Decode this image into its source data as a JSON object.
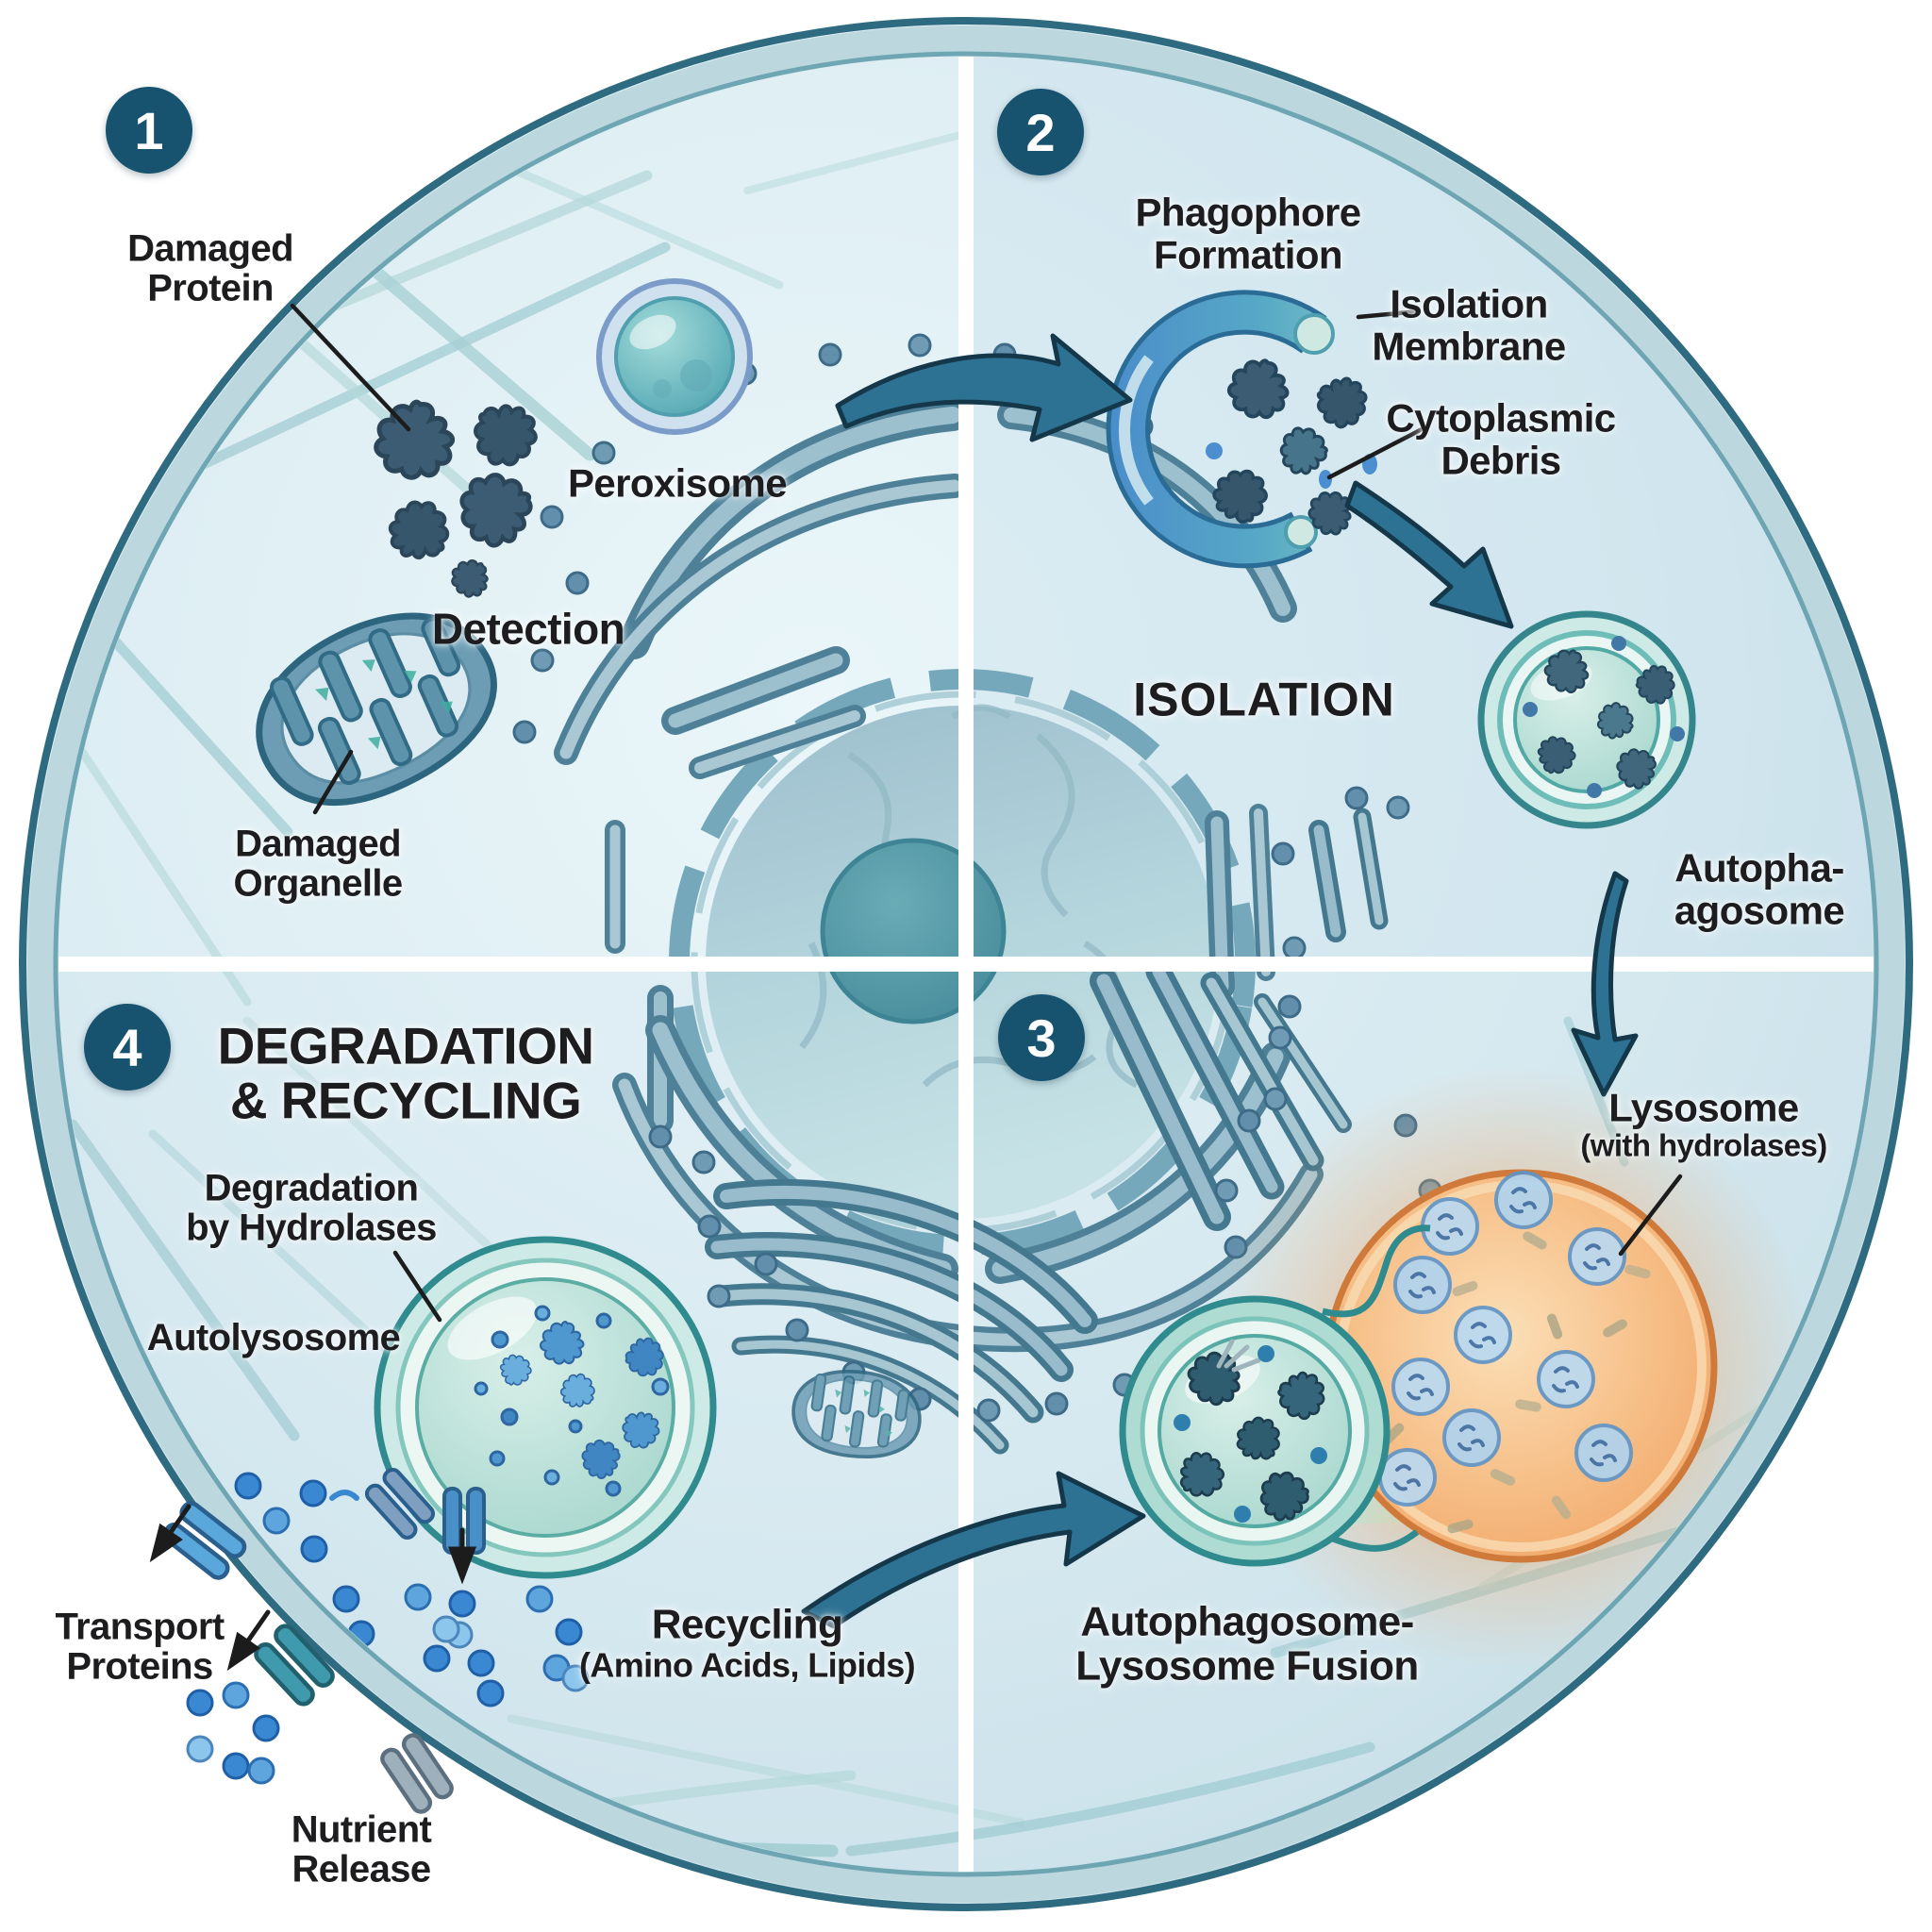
{
  "badges": {
    "step1": "1",
    "step2": "2",
    "step3": "3",
    "step4": "4"
  },
  "q1": {
    "damaged_protein": [
      "Damaged",
      "Protein"
    ],
    "peroxisome": "Peroxisome",
    "detection": "Detection",
    "damaged_organelle": [
      "Damaged",
      "Organelle"
    ]
  },
  "q2": {
    "phagophore_formation": [
      "Phagophore",
      "Formation"
    ],
    "isolation_membrane": [
      "Isolation",
      "Membrane"
    ],
    "cytoplasmic_debris": [
      "Cytoplasmic",
      "Debris"
    ],
    "isolation": "ISOLATION",
    "autophagosome": [
      "Autopha-",
      "agosome"
    ]
  },
  "q3": {
    "lysosome": "Lysosome",
    "lysosome_sub": "(with hydrolases)",
    "fusion": [
      "Autophagosome-",
      "Lysosome Fusion"
    ]
  },
  "q4": {
    "title": [
      "DEGRADATION",
      "& RECYCLING"
    ],
    "degradation_by_hydrolases": [
      "Degradation",
      "by Hydrolases"
    ],
    "autolysosome": "Autolysosome",
    "transport_proteins": [
      "Transport",
      "Proteins"
    ],
    "nutrient_release": [
      "Nutrient",
      "Release"
    ],
    "recycling": "Recycling",
    "recycling_sub": "(Amino Acids, Lipids)"
  },
  "icons": {
    "flow_arrow": "thick-curved-teal-arrow",
    "pointer_line": "thin-black-callout-line",
    "small_arrow": "thin-black-arrow"
  },
  "colors": {
    "background": "#FFFFFF",
    "cytoplasm": "#D9EBF2",
    "membrane": "#2F6B80",
    "divider": "#FFFFFF",
    "badge": "#17526F",
    "text": "#1D1D1F",
    "flow_arrow": "#2E7293",
    "organelle_teal": "#2F8B8E",
    "lysosome_orange": "#EE9D5C",
    "nutrient_blue": "#3A87D2",
    "debris_slate": "#3B5C72"
  }
}
